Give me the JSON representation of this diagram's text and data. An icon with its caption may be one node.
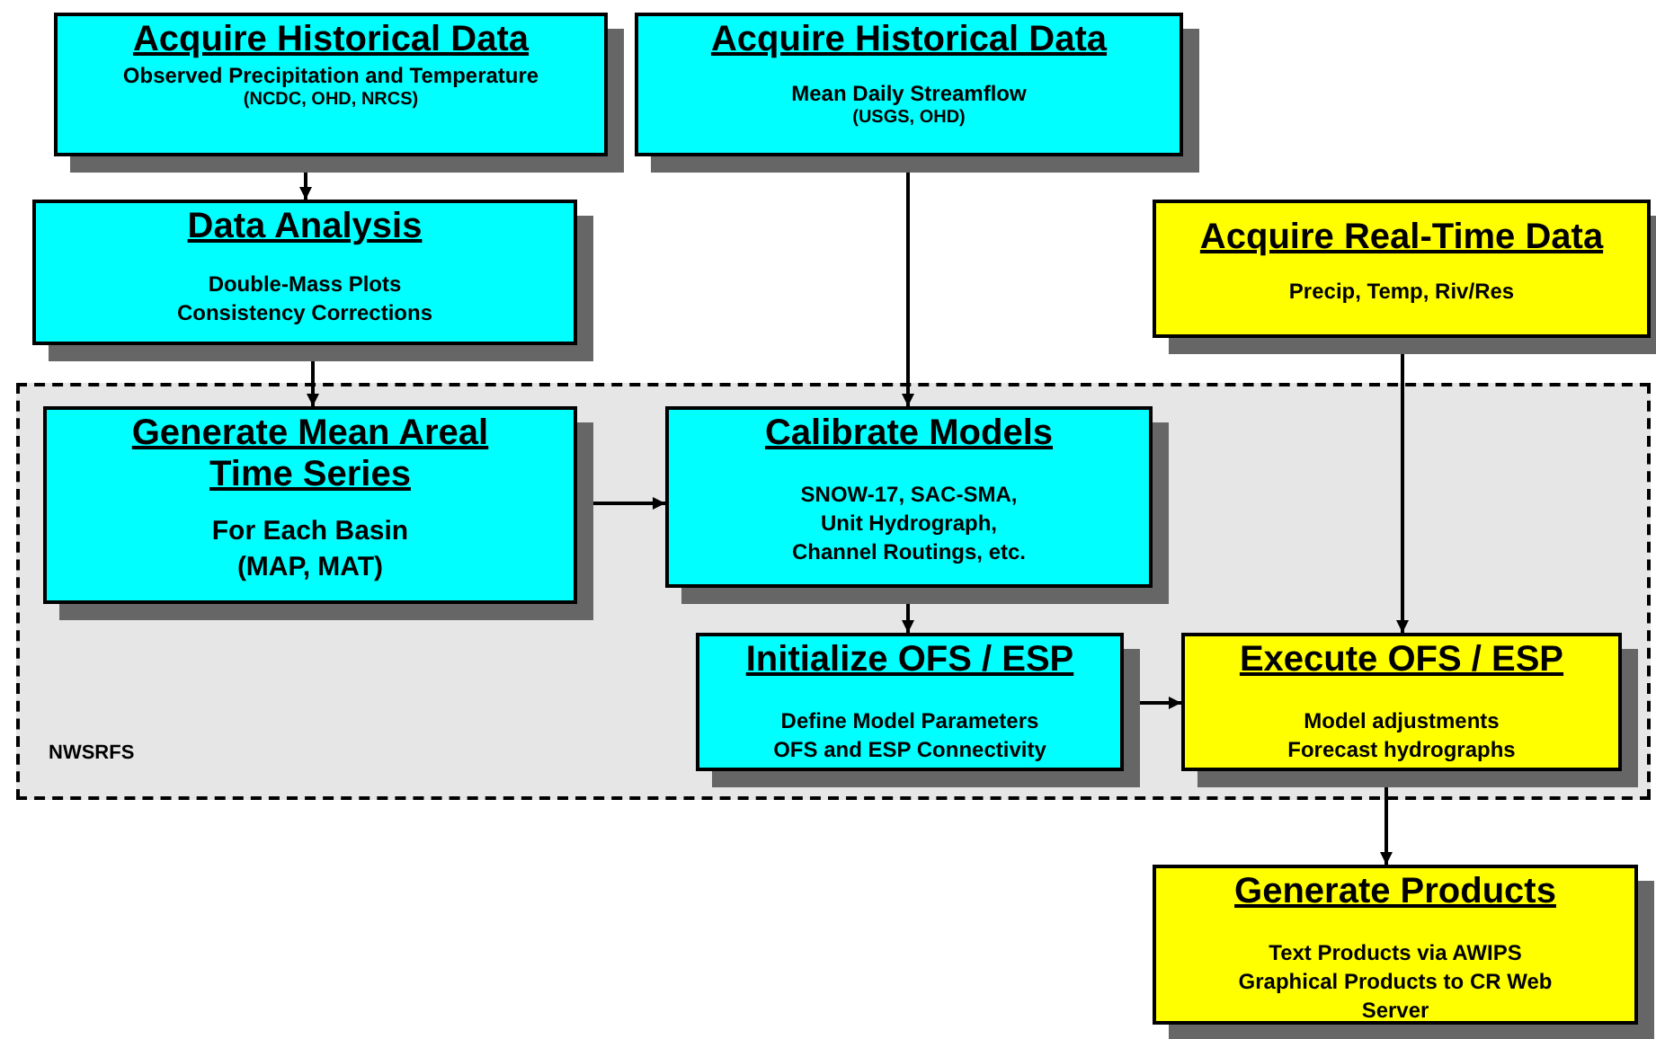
{
  "diagram": {
    "nodes": [
      {
        "text": [
          "Acquire Historical Data",
          "Observed Precipitation and Temperature",
          "(NCDC, OHD, NRCS)"
        ]
      },
      {
        "text": [
          "Acquire Historical Data",
          "Mean Daily Streamflow",
          "(USGS, OHD)"
        ]
      },
      {
        "text": [
          "Data Analysis",
          "Double-Mass Plots",
          "Consistency Corrections"
        ]
      },
      {
        "text": [
          "Acquire Real-Time Data",
          "Precip, Temp, Riv/Res"
        ]
      },
      {
        "text": [
          "NWSRFS"
        ]
      },
      {
        "text": [
          "Generate Mean Areal Time Series",
          "For Each Basin (MAP, MAT)"
        ],
        "in": 4
      },
      {
        "text": [
          "Calibrate Models",
          "SNOW-17, SAC-SMA, Unit Hydrograph, Channel Routings, etc."
        ],
        "in": 4
      },
      {
        "text": [
          "Initialize OFS / ESP",
          "Define Model Parameters",
          "OFS and ESP Connectivity"
        ],
        "in": 4
      },
      {
        "text": [
          "Execute OFS / ESP",
          "Model adjustments",
          "Forecast hydrographs"
        ],
        "in": 4
      },
      {
        "text": [
          "Generate Products",
          "Text Products via AWIPS",
          "Graphical Products to CR Web Server"
        ]
      }
    ],
    "edges": [
      {
        "from": 0,
        "to": 2,
        "arrow": "to"
      },
      {
        "from": 2,
        "to": 5,
        "arrow": "to"
      },
      {
        "from": 1,
        "to": 6,
        "arrow": "to"
      },
      {
        "from": 5,
        "to": 6,
        "arrow": "to"
      },
      {
        "from": 6,
        "to": 7,
        "arrow": "to"
      },
      {
        "from": 7,
        "to": 8,
        "arrow": "to"
      },
      {
        "from": 3,
        "to": 8,
        "arrow": "to"
      },
      {
        "from": 8,
        "to": 9,
        "arrow": "to"
      }
    ]
  }
}
